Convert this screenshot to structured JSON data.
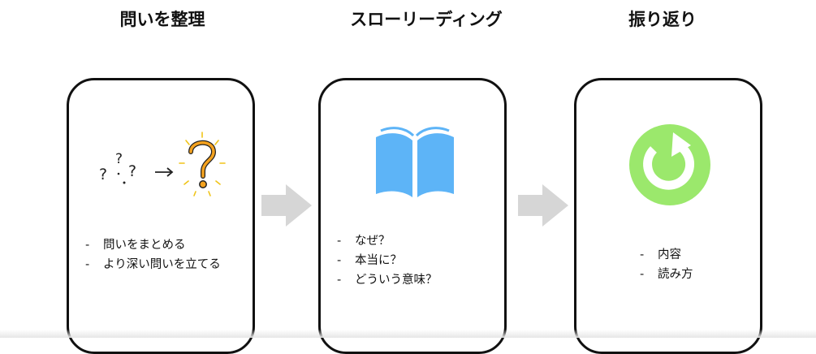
{
  "steps": [
    {
      "title": "問いを整理",
      "icon": "question-marks-icon",
      "bullet_marker": "-",
      "bullets": [
        "問いをまとめる",
        "より深い問いを立てる"
      ]
    },
    {
      "title": "スローリーディング",
      "icon": "open-book-icon",
      "bullet_marker": "-",
      "bullets": [
        "なぜ？",
        "本当に？",
        "どういう意味？"
      ]
    },
    {
      "title": "振り返り",
      "icon": "refresh-icon",
      "bullet_marker": "-",
      "bullets": [
        "内容",
        "読み方"
      ]
    }
  ],
  "colors": {
    "book": "#5db4f7",
    "refresh": "#9be86c",
    "question": "#f4a21e",
    "arrow": "#d6d6d6",
    "border": "#111111"
  }
}
